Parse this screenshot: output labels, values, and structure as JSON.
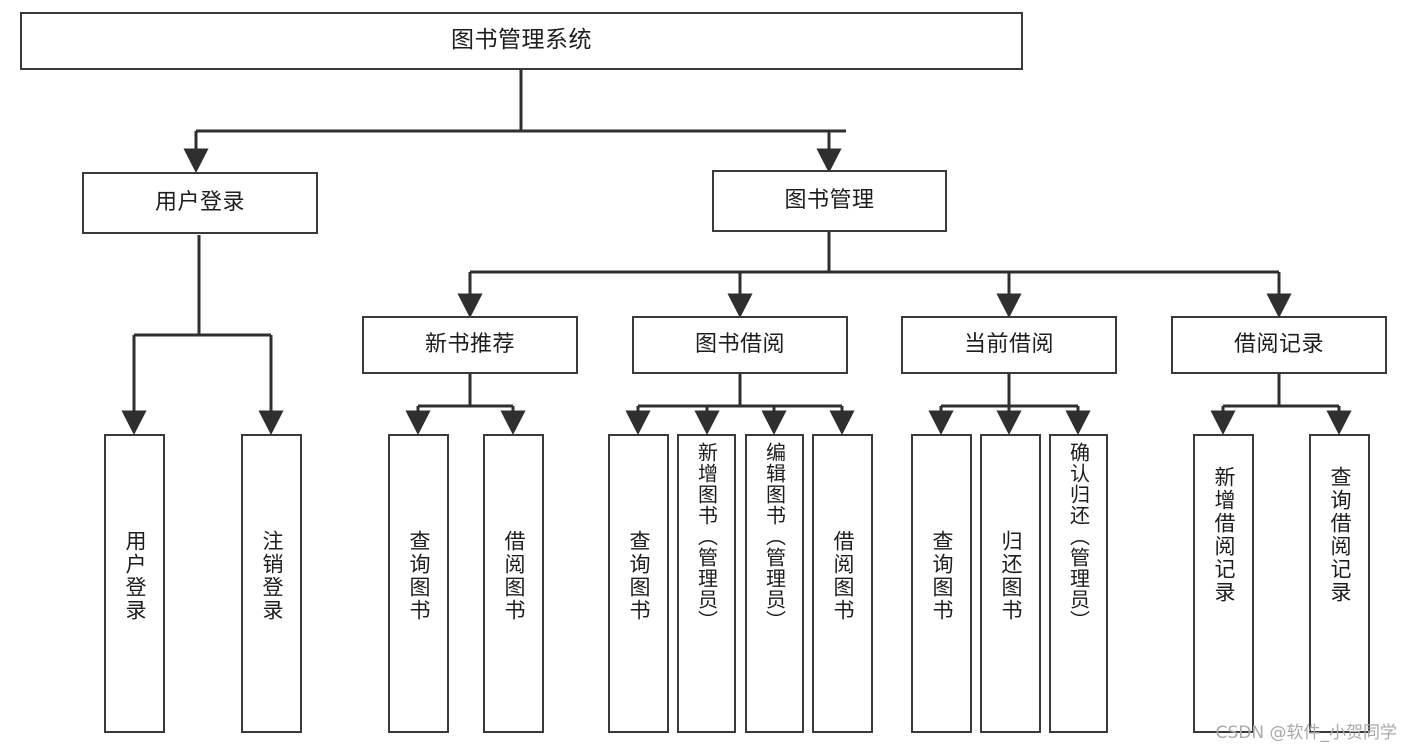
{
  "diagram": {
    "type": "tree",
    "title": "图书管理系统",
    "orientation": "top-down",
    "colors": {
      "border": "#3a3a3a",
      "background": "#ffffff",
      "text": "#1d1d1d",
      "edge": "#2f2f2f",
      "watermark": "#a9a9a9"
    },
    "levels": {
      "root": {
        "label": "图书管理系统"
      },
      "level2": [
        {
          "id": "user-login",
          "label": "用户登录"
        },
        {
          "id": "book-management",
          "label": "图书管理"
        }
      ],
      "level3": [
        {
          "id": "new-book-recommend",
          "label": "新书推荐",
          "parent": "book-management"
        },
        {
          "id": "book-borrow",
          "label": "图书借阅",
          "parent": "book-management"
        },
        {
          "id": "current-borrow",
          "label": "当前借阅",
          "parent": "book-management"
        },
        {
          "id": "borrow-record",
          "label": "借阅记录",
          "parent": "book-management"
        }
      ],
      "leaves": [
        {
          "id": "leaf-user-login",
          "label": "用户登录",
          "parent": "user-login"
        },
        {
          "id": "leaf-logout-login",
          "label": "注销登录",
          "parent": "user-login"
        },
        {
          "id": "leaf-query-book-1",
          "label": "查询图书",
          "parent": "new-book-recommend"
        },
        {
          "id": "leaf-borrow-book-1",
          "label": "借阅图书",
          "parent": "new-book-recommend"
        },
        {
          "id": "leaf-query-book-2",
          "label": "查询图书",
          "parent": "book-borrow"
        },
        {
          "id": "leaf-add-book",
          "label": "新增图书（管理员）",
          "parent": "book-borrow"
        },
        {
          "id": "leaf-edit-book",
          "label": "编辑图书（管理员）",
          "parent": "book-borrow"
        },
        {
          "id": "leaf-borrow-book-2",
          "label": "借阅图书",
          "parent": "book-borrow"
        },
        {
          "id": "leaf-query-book-3",
          "label": "查询图书",
          "parent": "current-borrow"
        },
        {
          "id": "leaf-return-book",
          "label": "归还图书",
          "parent": "current-borrow"
        },
        {
          "id": "leaf-confirm-return",
          "label": "确认归还（管理员）",
          "parent": "current-borrow"
        },
        {
          "id": "leaf-add-record",
          "label": "新增借阅记录",
          "parent": "borrow-record"
        },
        {
          "id": "leaf-query-record",
          "label": "查询借阅记录",
          "parent": "borrow-record"
        }
      ]
    }
  },
  "watermark": {
    "text": "CSDN @软件_小贺同学"
  }
}
